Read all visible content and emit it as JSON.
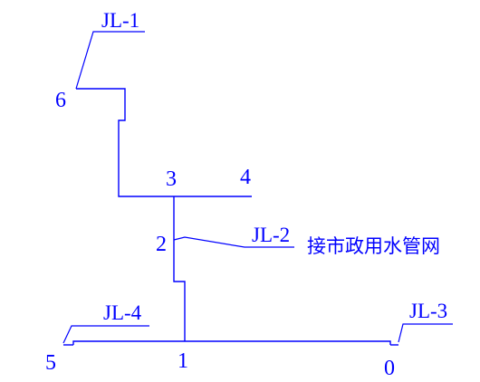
{
  "nodes": [
    "0",
    "1",
    "2",
    "3",
    "4",
    "5",
    "6"
  ],
  "pipe_tags": [
    "JL-1",
    "JL-2",
    "JL-3",
    "JL-4"
  ],
  "note": "接市政用水管网",
  "colors": {
    "line": "#0000ff",
    "text": "#0000ff",
    "background": "#ffffff"
  }
}
